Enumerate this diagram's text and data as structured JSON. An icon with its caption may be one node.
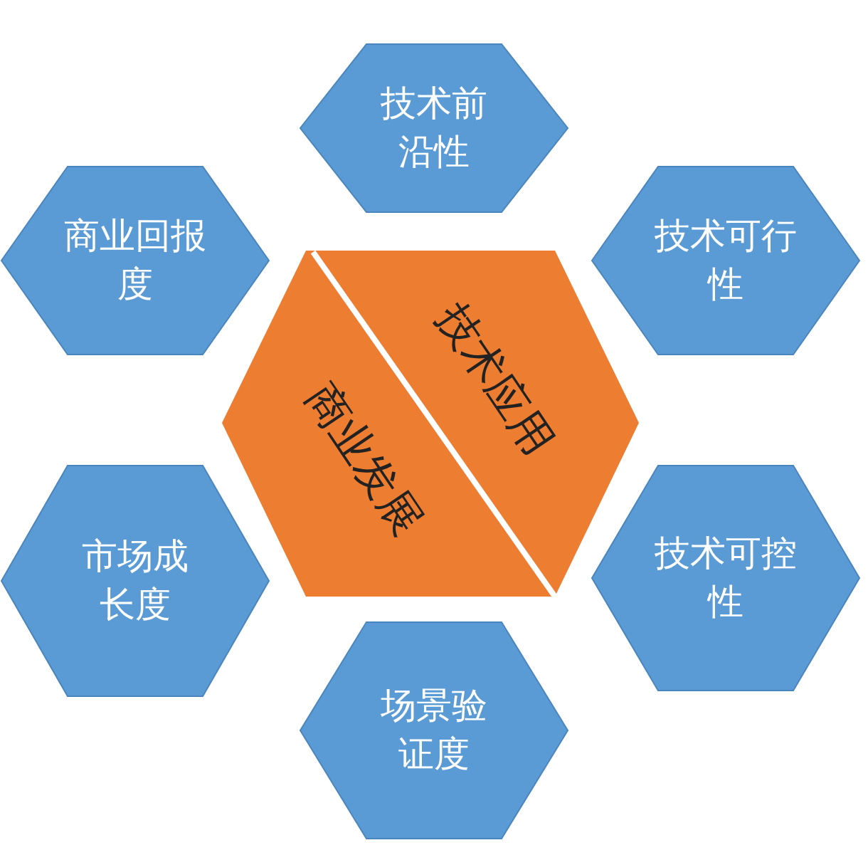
{
  "diagram": {
    "nodes": [
      {
        "text": [
          "技术前沿性"
        ]
      },
      {
        "text": [
          "商业回报度"
        ]
      },
      {
        "text": [
          "技术可行性"
        ]
      },
      {
        "text": [
          "技术应用",
          "商业发展"
        ]
      },
      {
        "text": [
          "市场成长度"
        ]
      },
      {
        "text": [
          "技术可控性"
        ]
      },
      {
        "text": [
          "场景验证度"
        ]
      }
    ]
  }
}
